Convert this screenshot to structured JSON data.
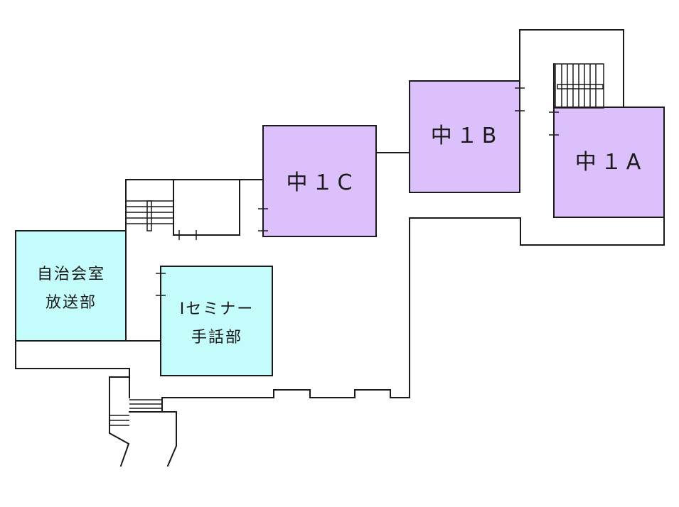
{
  "colors": {
    "purple_room": "#dcc0fb",
    "cyan_room": "#c4fbfb",
    "wall": "#1a1a1a",
    "background": "#ffffff"
  },
  "rooms": {
    "room_1a": {
      "label": "中１A"
    },
    "room_1b": {
      "label": "中１B"
    },
    "room_1c": {
      "label": "中１C"
    },
    "jichikai": {
      "line1": "自治会室",
      "line2": "放送部"
    },
    "seminar": {
      "line1": "Iセミナー",
      "line2": "手話部"
    }
  }
}
